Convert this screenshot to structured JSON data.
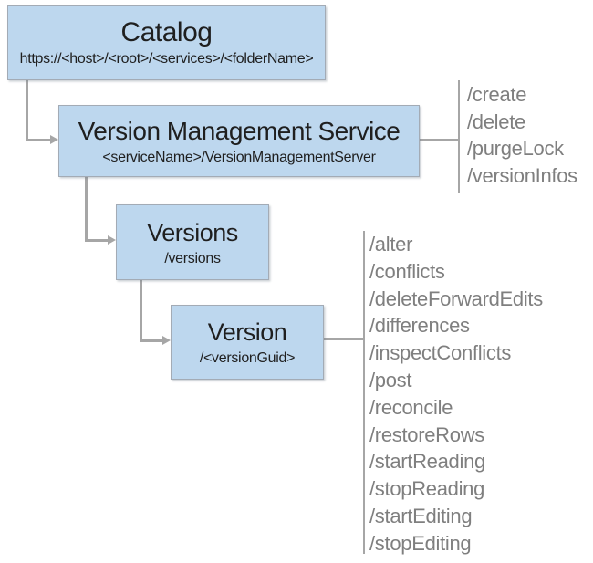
{
  "colors": {
    "background": "#ffffff",
    "node_fill": "#bdd7ee",
    "node_border": "#a3abb5",
    "connector": "#a6a6a6",
    "title_text": "#1f1f1f",
    "subtitle_text": "#1f1f1f",
    "operation_text": "#7f7f7f"
  },
  "nodes": {
    "catalog": {
      "title": "Catalog",
      "subtitle": "https://<host>/<root>/<services>/<folderName>"
    },
    "version_management_service": {
      "title": "Version Management Service",
      "subtitle": "<serviceName>/VersionManagementServer",
      "operations": [
        "/create",
        "/delete",
        "/purgeLock",
        "/versionInfos"
      ]
    },
    "versions": {
      "title": "Versions",
      "subtitle": "/versions"
    },
    "version": {
      "title": "Version",
      "subtitle": "/<versionGuid>",
      "operations": [
        "/alter",
        "/conflicts",
        "/deleteForwardEdits",
        "/differences",
        "/inspectConflicts",
        "/post",
        "/reconcile",
        "/restoreRows",
        "/startReading",
        "/stopReading",
        "/startEditing",
        "/stopEditing"
      ]
    }
  }
}
